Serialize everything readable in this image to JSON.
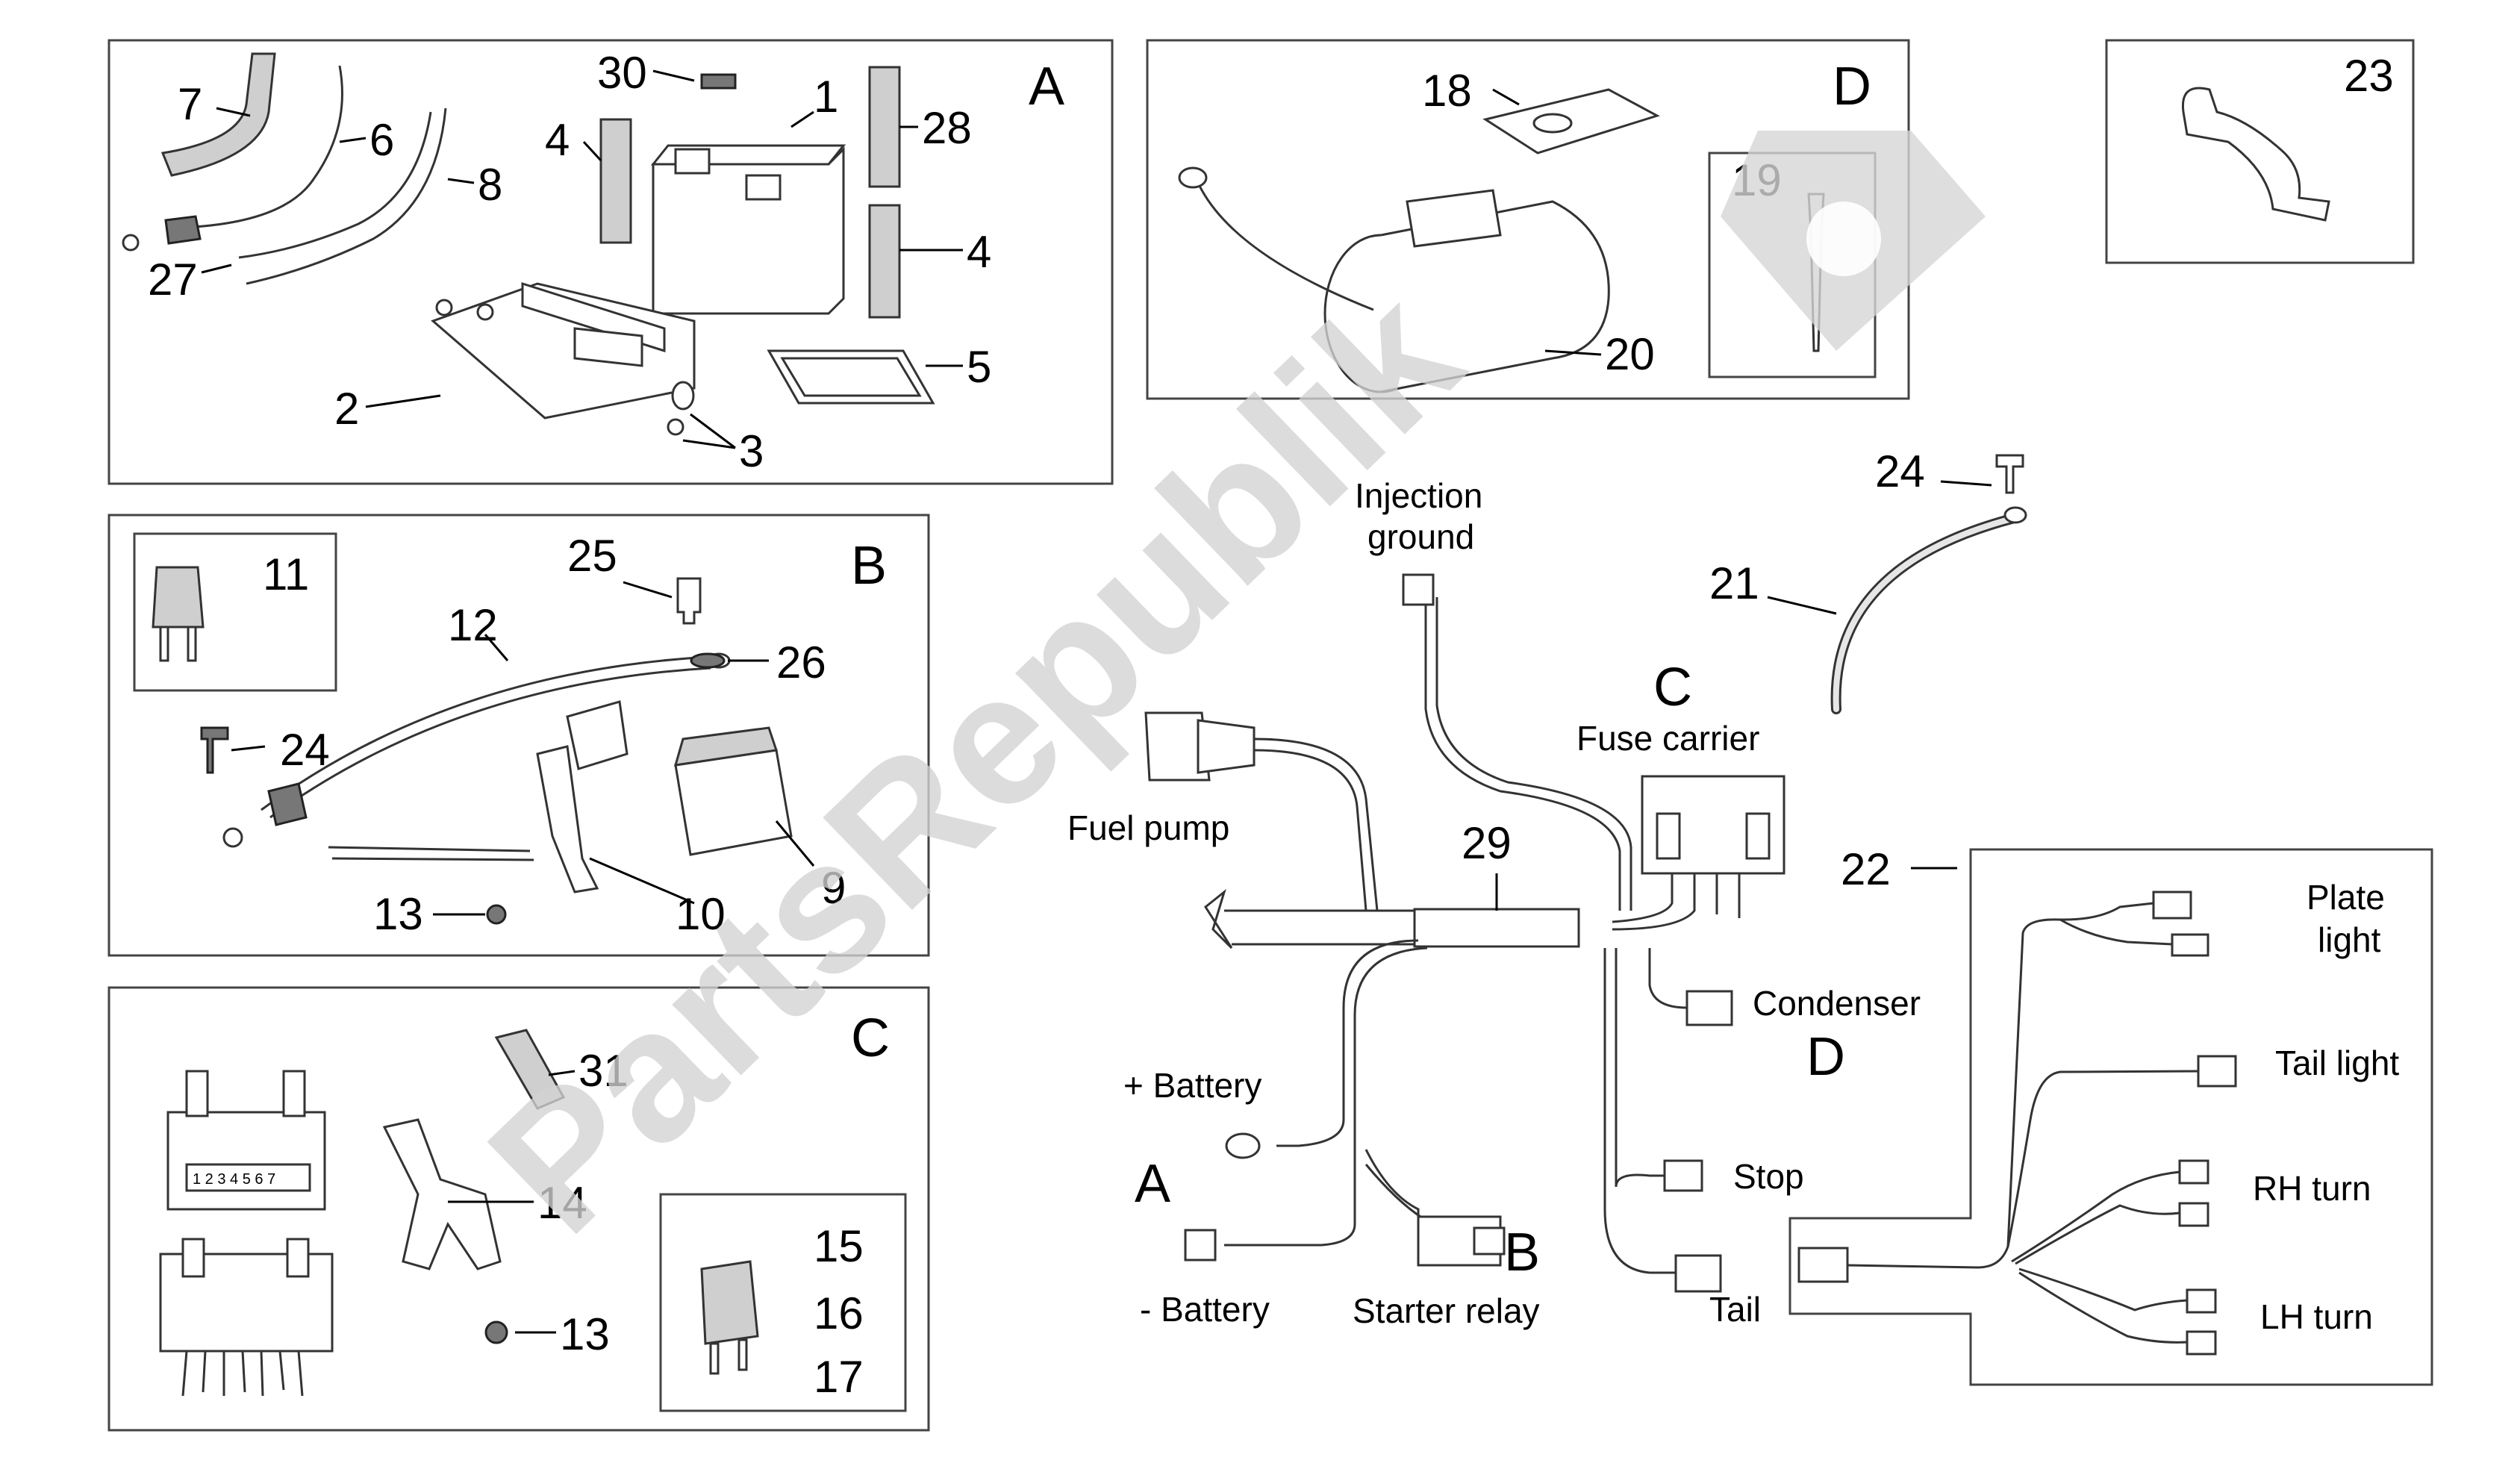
{
  "callouts": {
    "n1": "1",
    "n2": "2",
    "n3": "3",
    "n4a": "4",
    "n4b": "4",
    "n5": "5",
    "n6": "6",
    "n7": "7",
    "n8": "8",
    "n27": "27",
    "n28": "28",
    "n30": "30",
    "n9": "9",
    "n10": "10",
    "n11": "11",
    "n12": "12",
    "n13b": "13",
    "n24b": "24",
    "n25": "25",
    "n26": "26",
    "n13c": "13",
    "n14": "14",
    "n15": "15",
    "n16": "16",
    "n17": "17",
    "n31": "31",
    "n18": "18",
    "n19": "19",
    "n20": "20",
    "n23": "23",
    "n24": "24",
    "n21": "21",
    "n22": "22",
    "n29": "29"
  },
  "section_letters": {
    "panel_a": "A",
    "panel_b": "B",
    "panel_c": "C",
    "panel_d": "D",
    "harness_a": "A",
    "harness_b": "B",
    "harness_c": "C",
    "harness_d": "D"
  },
  "harness_labels": {
    "injection_line1": "Injection",
    "injection_line2": "ground",
    "fuse_carrier": "Fuse carrier",
    "fuel_pump": "Fuel pump",
    "condenser": "Condenser",
    "plus_battery": "+ Battery",
    "minus_battery": "- Battery",
    "starter_relay": "Starter relay",
    "stop": "Stop",
    "tail": "Tail"
  },
  "rear_harness_labels": {
    "plate_line1": "Plate",
    "plate_line2": "light",
    "tail_light": "Tail light",
    "rh_turn": "RH turn",
    "lh_turn": "LH turn"
  },
  "fuse_block_numbers": "1 2 3 4 5 6 7",
  "watermark": "PartsRepublik"
}
